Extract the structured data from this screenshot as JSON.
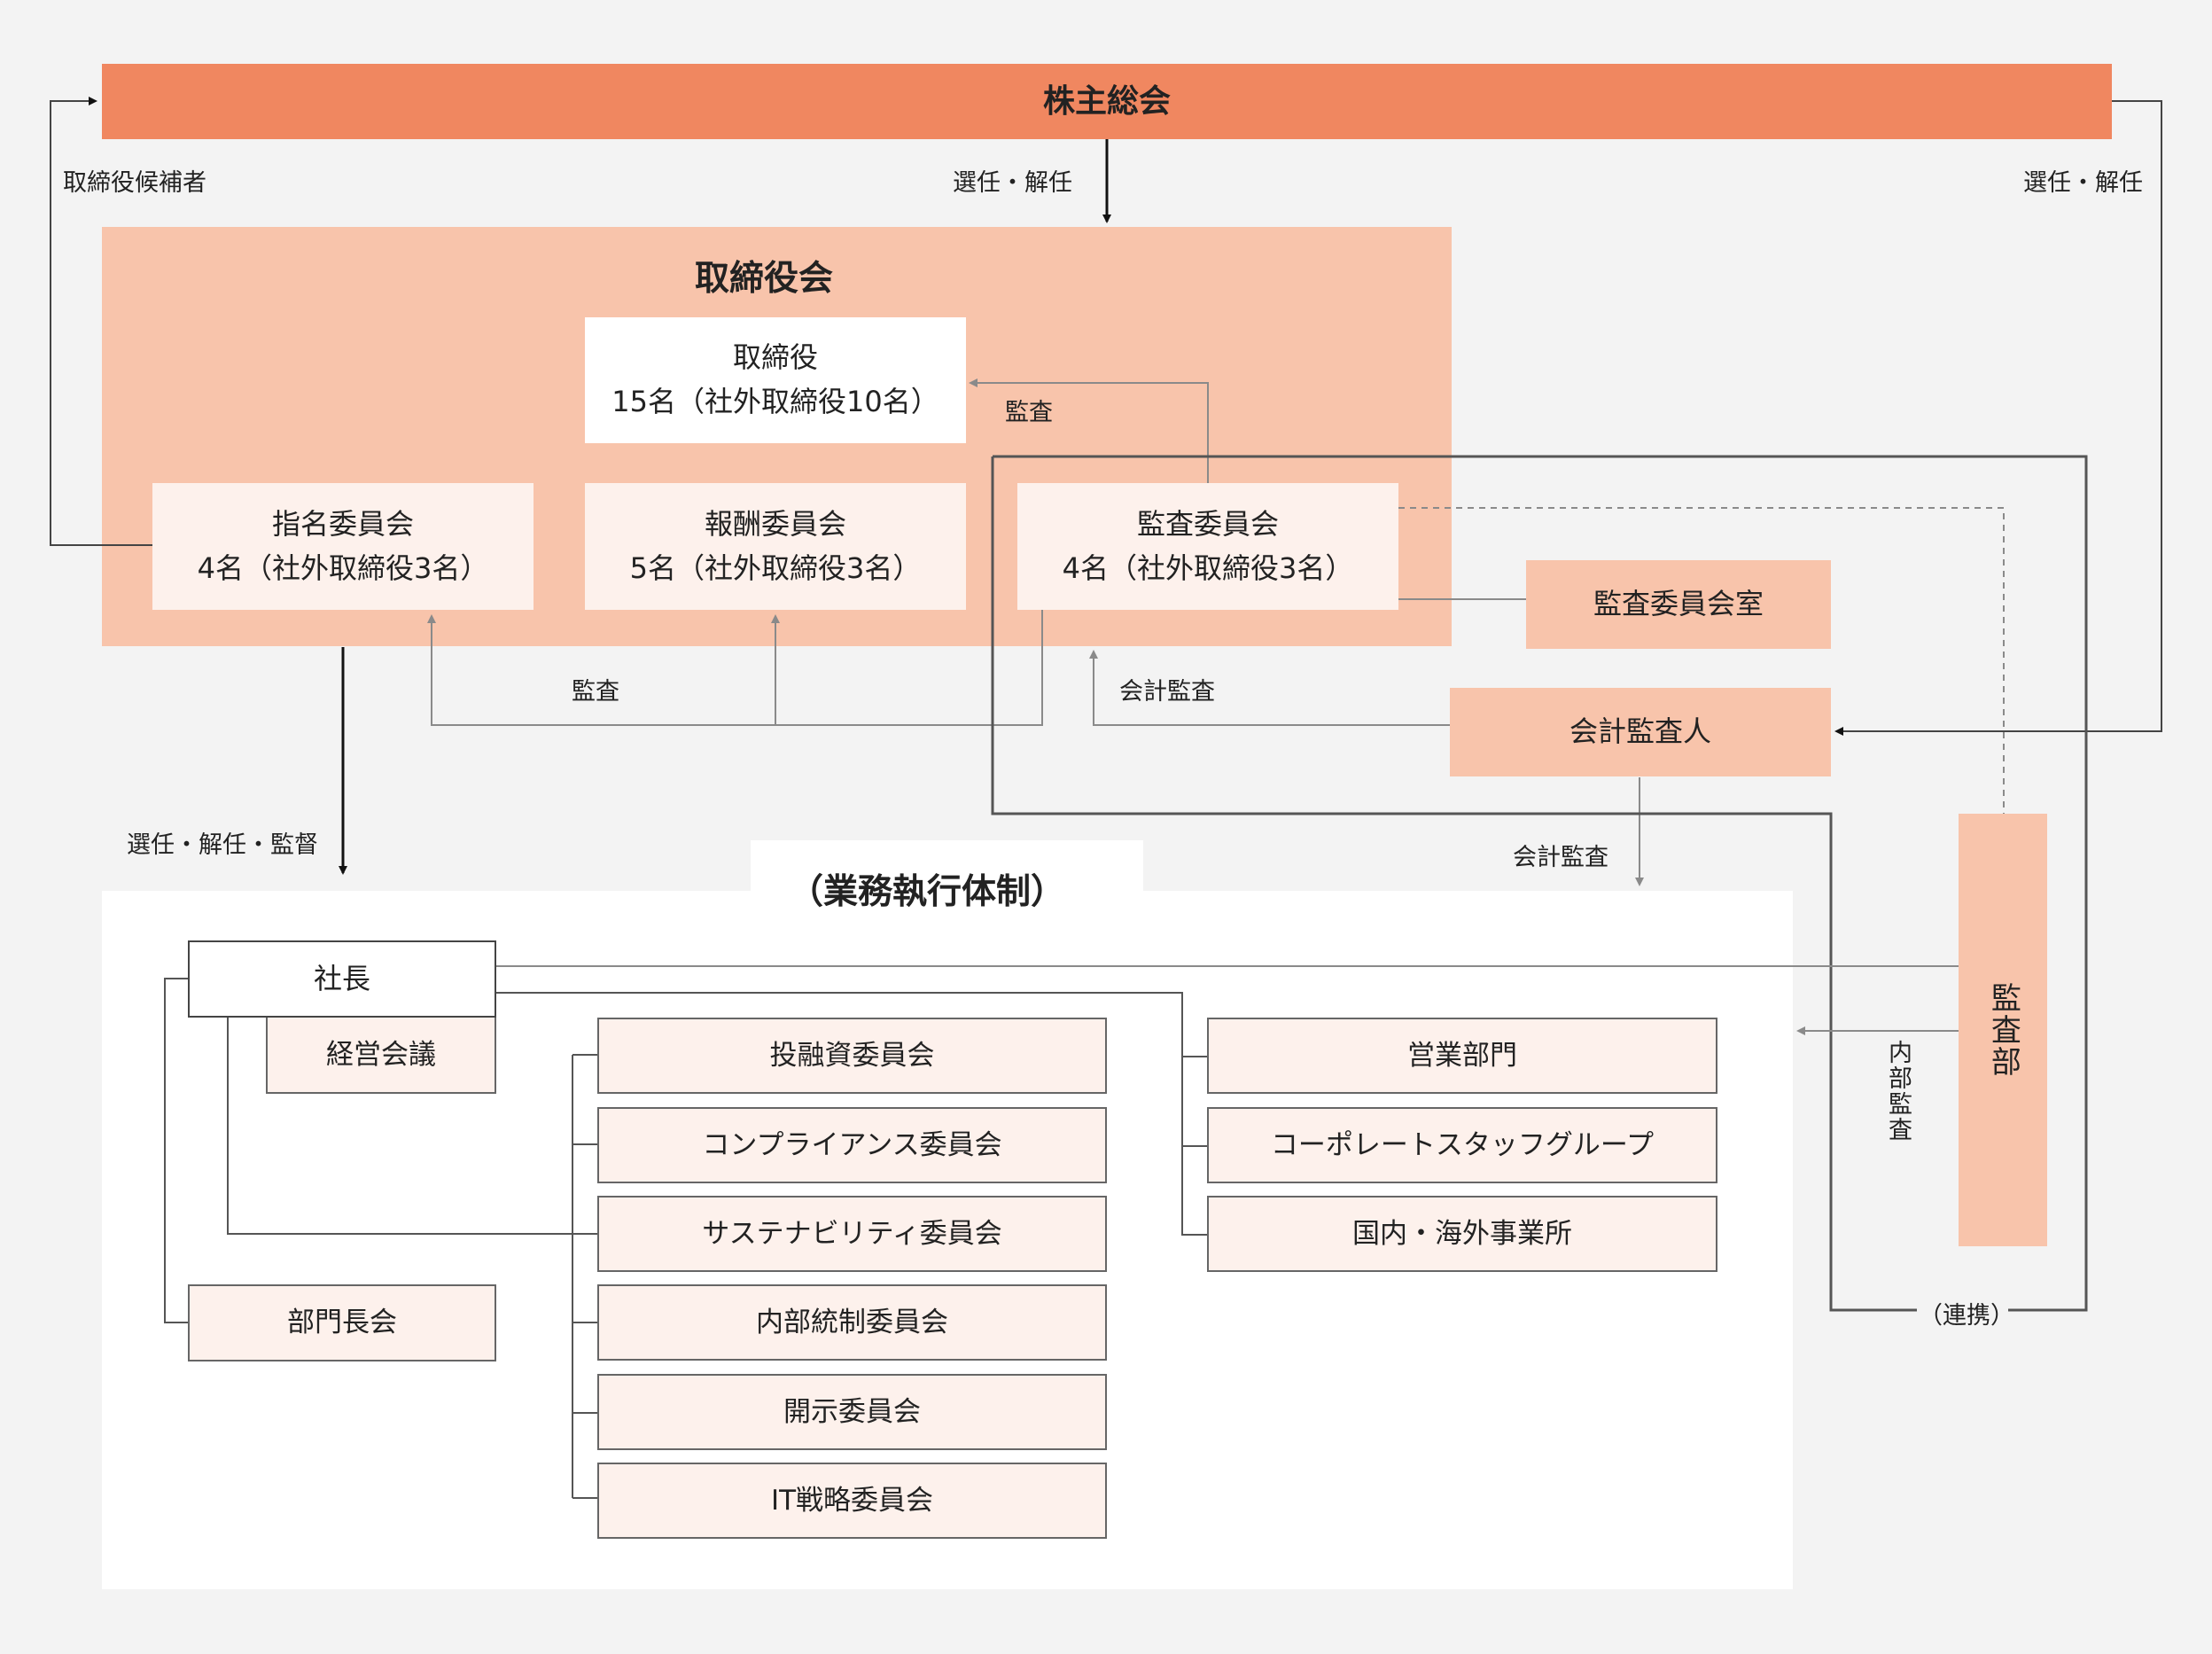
{
  "colors": {
    "background": "#f3f3f3",
    "shareholders": "#f08760",
    "board": "#f8c4ab",
    "box_light": "#fdf1ec",
    "panel_white": "#ffffff"
  },
  "shareholders_meeting": {
    "label": "株主総会"
  },
  "board": {
    "title": "取締役会",
    "directors": {
      "title": "取締役",
      "detail": "15名（社外取締役10名）"
    },
    "nomination_committee": {
      "title": "指名委員会",
      "detail": "4名（社外取締役3名）"
    },
    "compensation_committee": {
      "title": "報酬委員会",
      "detail": "5名（社外取締役3名）"
    },
    "audit_committee": {
      "title": "監査委員会",
      "detail": "4名（社外取締役3名）"
    }
  },
  "audit_committee_office": {
    "label": "監査委員会室"
  },
  "accounting_auditor": {
    "label": "会計監査人"
  },
  "internal_audit_dept": {
    "label": "監査部"
  },
  "edge_labels": {
    "candidates": "取締役候補者",
    "appoint_dismiss_center": "選任・解任",
    "appoint_dismiss_right": "選任・解任",
    "audit_directors": "監査",
    "audit_committees": "監査",
    "accounting_audit_board": "会計監査",
    "accounting_audit_exec": "会計監査",
    "appoint_dismiss_supervise": "選任・解任・監督",
    "internal_audit": "内部監査",
    "collaboration": "（連携）"
  },
  "execution": {
    "title": "（業務執行体制）",
    "president": "社長",
    "management_meeting": "経営会議",
    "division_heads_meeting": "部門長会",
    "committees": [
      "投融資委員会",
      "コンプライアンス委員会",
      "サステナビリティ委員会",
      "内部統制委員会",
      "開示委員会",
      "IT戦略委員会"
    ],
    "departments": [
      "営業部門",
      "コーポレートスタッフグループ",
      "国内・海外事業所"
    ]
  }
}
